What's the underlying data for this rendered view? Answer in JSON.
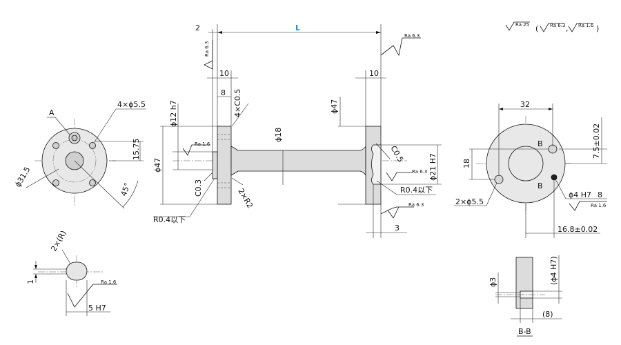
{
  "roughness": {
    "general": "Ra 25",
    "others_open": "(",
    "others_a": "Ra 6.3",
    "comma": ",",
    "others_b": "Ra 1.6",
    "others_close": ")",
    "ra63": "Ra 6.3",
    "ra16": "Ra 1.6"
  },
  "left_view": {
    "datum": "A",
    "holes": "4×ϕ5.5",
    "pcd": "ϕ31.5",
    "offset": "15.75",
    "angle": "45°"
  },
  "key_detail": {
    "radius": "2×(R)",
    "depth": "1",
    "width": "5 H7",
    "ra": "Ra 1.6"
  },
  "front_view": {
    "length": "L",
    "gap": "2",
    "flange_left": "10",
    "spigot": "8",
    "chamfer_holes": "4×C0.5",
    "shaft_d": "ϕ18",
    "bore": "ϕ12 h7",
    "flange_d_left": "ϕ47",
    "flange_d_right": "ϕ47",
    "flange_right": "10",
    "chamfer_left": "C0.3",
    "fillet": "2×R2",
    "relief_left": "R0.4以下",
    "chamfer_right": "C0.5",
    "bore_right": "ϕ21 H7",
    "relief_right": "R0.4以下",
    "depth_right": "3"
  },
  "right_view": {
    "width": "32",
    "height": "18",
    "offset_y": "7.5±0.02",
    "offset_x": "16.8±0.02",
    "section_mark_top": "B",
    "section_mark_bottom": "B",
    "pin_hole": "ϕ4 H7",
    "pin_depth": "8",
    "holes": "2×ϕ5.5"
  },
  "section_bb": {
    "dia": "ϕ3",
    "pin_hole": "(ϕ4 H7)",
    "depth": "(8)",
    "label": "B-B"
  }
}
